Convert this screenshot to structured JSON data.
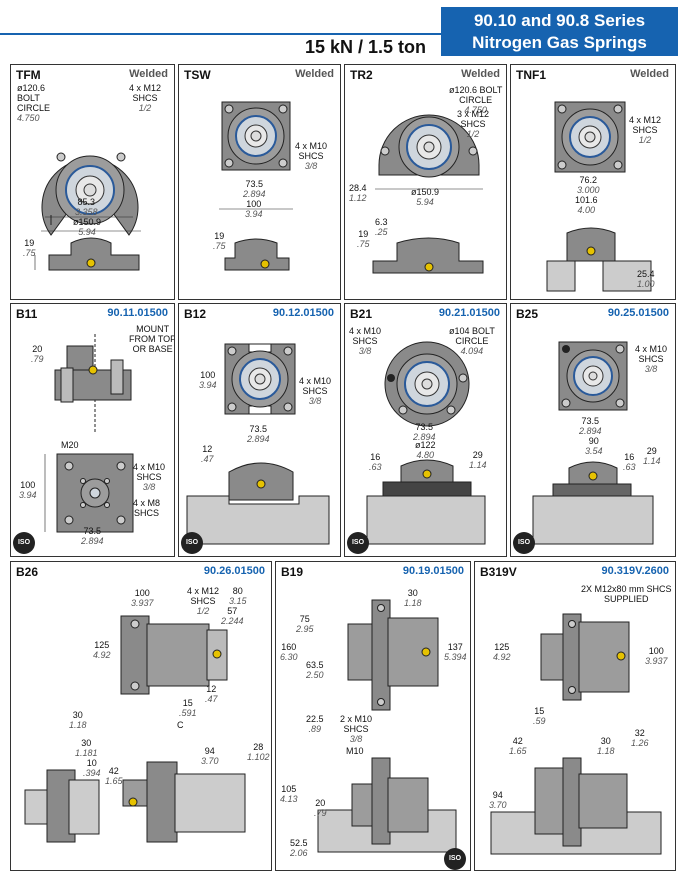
{
  "header": {
    "series_line1": "90.10 and 90.8 Series",
    "series_line2": "Nitrogen Gas Springs",
    "capacity": "15 kN / 1.5 ton",
    "accent_color": "#1663b0"
  },
  "panels": {
    "tfm": {
      "title": "TFM",
      "tag": "Welded",
      "bolt_mm": "ø120.6",
      "bolt_t1": "BOLT",
      "bolt_t2": "CIRCLE",
      "bolt_in": "4.750",
      "shcs_mm": "4 x M12",
      "shcs_t": "SHCS",
      "shcs_in": "1/2",
      "w_mm": "85.3",
      "w_in": "3.358",
      "d_mm": "ø150.9",
      "d_in": "5.94",
      "h_mm": "19",
      "h_in": ".75"
    },
    "tsw": {
      "title": "TSW",
      "tag": "Welded",
      "shcs_mm": "4 x M10",
      "shcs_t": "SHCS",
      "shcs_in": "3/8",
      "sq_mm": "73.5",
      "sq_in": "2.894",
      "sq2_mm": "100",
      "sq2_in": "3.94",
      "h_mm": "19",
      "h_in": ".75"
    },
    "tr2": {
      "title": "TR2",
      "tag": "Welded",
      "bolt_mm": "ø120.6 BOLT",
      "bolt_t": "CIRCLE",
      "bolt_in": "4.750",
      "shcs_mm": "3 x M12",
      "shcs_t": "SHCS",
      "shcs_in": "1/2",
      "off_mm": "28.4",
      "off_in": "1.12",
      "d_mm": "ø150.9",
      "d_in": "5.94",
      "h1_mm": "6.3",
      "h1_in": ".25",
      "h2_mm": "19",
      "h2_in": ".75"
    },
    "tnf1": {
      "title": "TNF1",
      "tag": "Welded",
      "shcs_mm": "4 x M12",
      "shcs_t": "SHCS",
      "shcs_in": "1/2",
      "sq_mm": "76.2",
      "sq_in": "3.000",
      "sq2_mm": "101.6",
      "sq2_in": "4.00",
      "h_mm": "25.4",
      "h_in": "1.00"
    },
    "b11": {
      "title": "B11",
      "part": "90.11.01500",
      "mount1": "MOUNT",
      "mount2": "FROM TOP",
      "mount3": "OR BASE",
      "h_mm": "20",
      "h_in": ".79",
      "m20": "M20",
      "shcs_mm": "4 x M10",
      "shcs_t": "SHCS",
      "shcs_in": "3/8",
      "shcs2_mm": "4 x M8",
      "shcs2_t": "SHCS",
      "sq_mm": "100",
      "sq_in": "3.94",
      "w_mm": "73.5",
      "w_in": "2.894",
      "iso": "ISO"
    },
    "b12": {
      "title": "B12",
      "part": "90.12.01500",
      "sq_mm": "100",
      "sq_in": "3.94",
      "shcs_mm": "4 x M10",
      "shcs_t": "SHCS",
      "shcs_in": "3/8",
      "w_mm": "73.5",
      "w_in": "2.894",
      "h_mm": "12",
      "h_in": ".47",
      "iso": "ISO"
    },
    "b21": {
      "title": "B21",
      "part": "90.21.01500",
      "shcs_mm": "4 x M10",
      "shcs_t": "SHCS",
      "shcs_in": "3/8",
      "bolt_mm": "ø104 BOLT",
      "bolt_t": "CIRCLE",
      "bolt_in": "4.094",
      "w_mm": "73.5",
      "w_in": "2.894",
      "d_mm": "ø122",
      "d_in": "4.80",
      "h1_mm": "16",
      "h1_in": ".63",
      "h2_mm": "29",
      "h2_in": "1.14",
      "iso": "ISO"
    },
    "b25": {
      "title": "B25",
      "part": "90.25.01500",
      "shcs_mm": "4 x M10",
      "shcs_t": "SHCS",
      "shcs_in": "3/8",
      "w_mm": "73.5",
      "w_in": "2.894",
      "w2_mm": "90",
      "w2_in": "3.54",
      "h1_mm": "16",
      "h1_in": ".63",
      "h2_mm": "29",
      "h2_in": "1.14",
      "iso": "ISO"
    },
    "b26": {
      "title": "B26",
      "part": "90.26.01500",
      "a_mm": "100",
      "a_in": "3.937",
      "shcs_mm": "4 x M12",
      "shcs_t": "SHCS",
      "shcs_in": "1/2",
      "b_mm": "80",
      "b_in": "3.15",
      "c_mm": "57",
      "c_in": "2.244",
      "h_mm": "125",
      "h_in": "4.92",
      "d_mm": "12",
      "d_in": ".47",
      "e_mm": "15",
      "e_in": ".591",
      "f_mm": "30",
      "f_in": "1.18",
      "c_lbl": "C",
      "g_mm": "30",
      "g_in": "1.181",
      "k_mm": "10",
      "k_in": ".394",
      "l_mm": "42",
      "l_in": "1.65",
      "m_mm": "94",
      "m_in": "3.70",
      "n_mm": "28",
      "n_in": "1.102"
    },
    "b19": {
      "title": "B19",
      "part": "90.19.01500",
      "a_mm": "30",
      "a_in": "1.18",
      "b_mm": "75",
      "b_in": "2.95",
      "c_mm": "160",
      "c_in": "6.30",
      "d_mm": "63.5",
      "d_in": "2.50",
      "e_mm": "137",
      "e_in": "5.394",
      "f_mm": "22.5",
      "f_in": ".89",
      "shcs_mm": "2 x M10",
      "shcs_t": "SHCS",
      "shcs_in": "3/8",
      "m10": "M10",
      "g_mm": "105",
      "g_in": "4.13",
      "h_mm": "20",
      "h_in": ".79",
      "k_mm": "52.5",
      "k_in": "2.06",
      "iso": "ISO"
    },
    "b319v": {
      "title": "B319V",
      "part": "90.319V.2600",
      "note1": "2X M12x80 mm SHCS",
      "note2": "SUPPLIED",
      "a_mm": "125",
      "a_in": "4.92",
      "b_mm": "100",
      "b_in": "3.937",
      "c_mm": "15",
      "c_in": ".59",
      "d_mm": "42",
      "d_in": "1.65",
      "e_mm": "30",
      "e_in": "1.18",
      "f_mm": "32",
      "f_in": "1.26",
      "g_mm": "94",
      "g_in": "3.70"
    }
  }
}
